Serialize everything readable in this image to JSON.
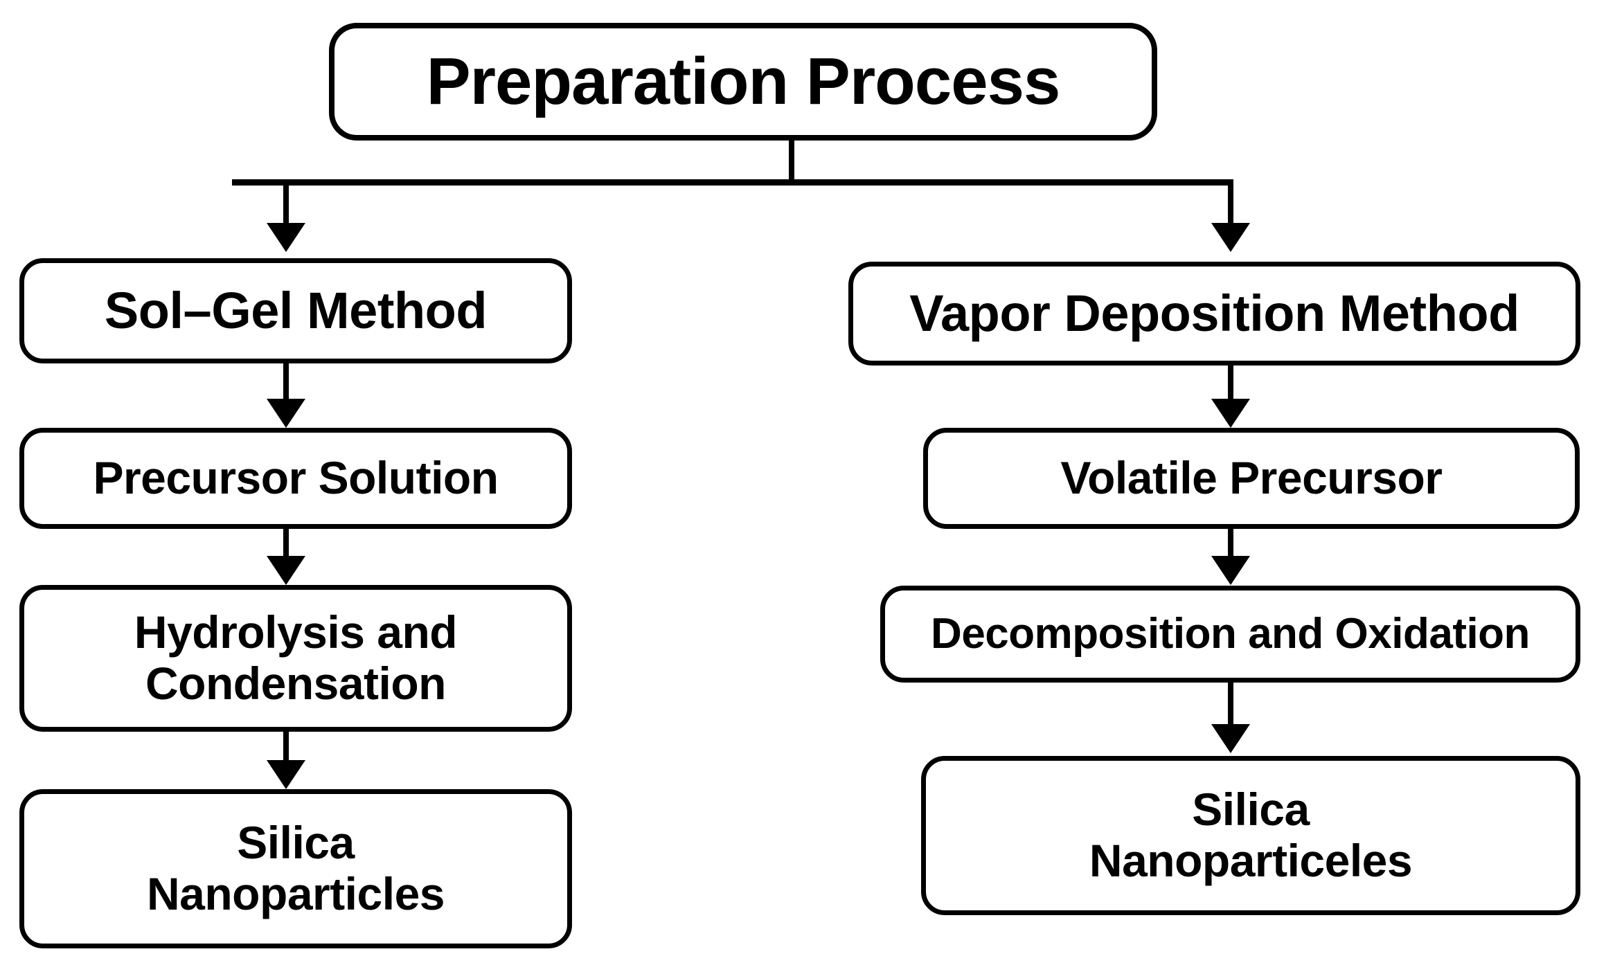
{
  "diagram": {
    "title_node": {
      "label": "Preparation Process"
    },
    "branches": [
      {
        "id": "sol-gel",
        "header": "Sol–Gel Method",
        "steps": [
          "Precursor Solution",
          "Hydrolysis and\nCondensation",
          "Silica\nNanoparticles"
        ]
      },
      {
        "id": "vapor-deposition",
        "header": "Vapor Deposition Method",
        "steps": [
          "Volatile Precursor",
          "Decomposition and Oxidation",
          "Silica\nNanoparticeles"
        ]
      }
    ],
    "colors": {
      "stroke": "#000000",
      "fill": "#ffffff",
      "text": "#000000"
    },
    "connector_icons": {
      "branch_left": "arrow-down-icon",
      "branch_right": "arrow-down-icon",
      "step_arrow": "arrow-down-icon"
    }
  }
}
